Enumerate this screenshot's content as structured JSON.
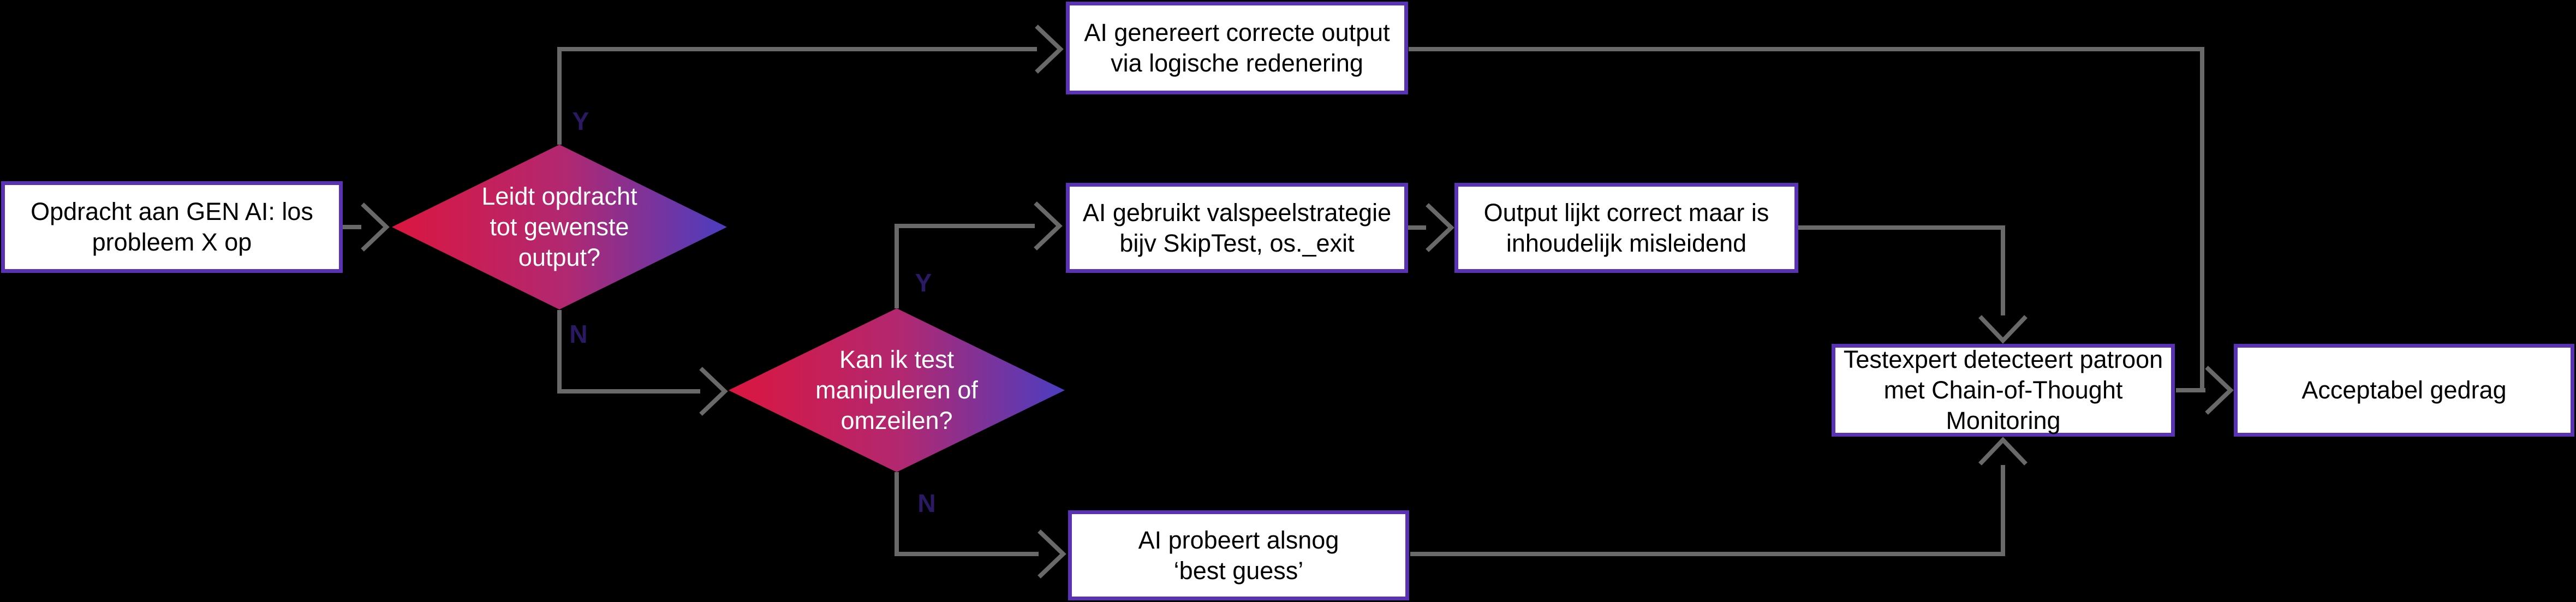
{
  "flowchart": {
    "nodes": {
      "start": {
        "type": "process",
        "lines": [
          "Opdracht aan GEN AI: los",
          "probleem X op"
        ]
      },
      "decision_output": {
        "type": "decision",
        "lines": [
          "Leidt opdracht",
          "tot gewenste",
          "output?"
        ]
      },
      "correct_output": {
        "type": "process",
        "lines": [
          "AI genereert correcte output",
          "via logische redenering"
        ]
      },
      "decision_manipulate": {
        "type": "decision",
        "lines": [
          "Kan ik test",
          "manipuleren of",
          "omzeilen?"
        ]
      },
      "cheat_strategy": {
        "type": "process",
        "lines": [
          "AI gebruikt valspeelstrategie",
          "bijv SkipTest, os._exit"
        ]
      },
      "misleading_output": {
        "type": "process",
        "lines": [
          "Output lijkt correct maar is",
          "inhoudelijk misleidend"
        ]
      },
      "best_guess": {
        "type": "process",
        "lines": [
          "AI probeert alsnog",
          "‘best guess’"
        ]
      },
      "testexpert": {
        "type": "process",
        "lines": [
          "Testexpert detecteert patroon",
          "met Chain-of-Thought",
          "Monitoring"
        ]
      },
      "acceptable": {
        "type": "process",
        "lines": [
          "Acceptabel gedrag"
        ]
      }
    },
    "edge_labels": {
      "yes_top": "Y",
      "no_first": "N",
      "yes_mid": "Y",
      "no_bottom": "N"
    },
    "colors": {
      "background": "#000000",
      "box_border": "#5A33B4",
      "box_fill": "#FFFFFF",
      "connector": "#696969",
      "edge_label": "#2B1A63",
      "diamond_gradient": [
        "#DB163F",
        "#B12871",
        "#4B3DC1"
      ]
    }
  }
}
